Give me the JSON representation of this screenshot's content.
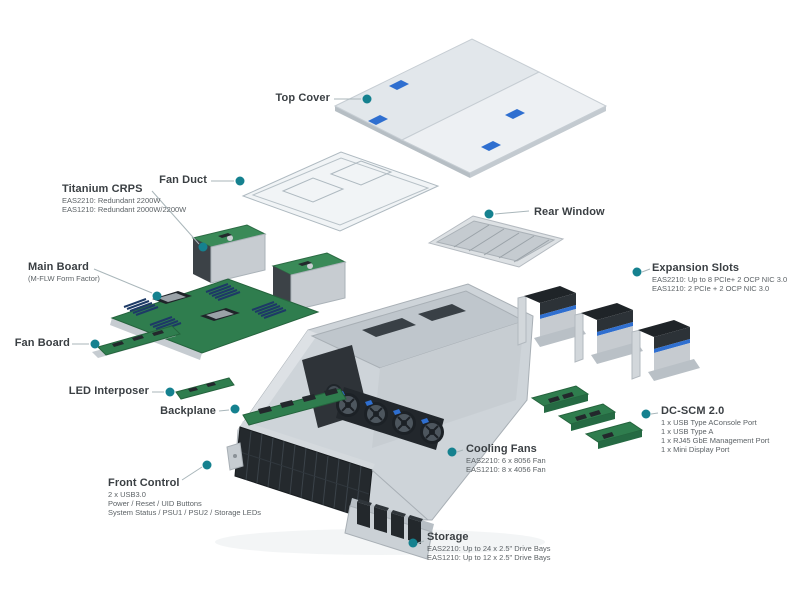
{
  "colors": {
    "accent": "#15818f",
    "leader_line": "#a9b6ba",
    "pcb_green": "#2f7d4e",
    "label_blue": "#2f6fd0"
  },
  "callouts": [
    {
      "id": "top-cover",
      "title": "Top Cover",
      "lines": []
    },
    {
      "id": "fan-duct",
      "title": "Fan Duct",
      "lines": []
    },
    {
      "id": "titanium-crps",
      "title": "Titanium CRPS",
      "lines": [
        "EAS2210: Redundant 2200W",
        "EAS1210: Redundant 2000W/2200W"
      ]
    },
    {
      "id": "main-board",
      "title": "Main Board",
      "lines": [
        "(M-FLW Form Factor)"
      ]
    },
    {
      "id": "fan-board",
      "title": "Fan Board",
      "lines": []
    },
    {
      "id": "led-interposer",
      "title": "LED Interposer",
      "lines": []
    },
    {
      "id": "backplane",
      "title": "Backplane",
      "lines": []
    },
    {
      "id": "front-control",
      "title": "Front Control",
      "lines": [
        "2 x USB3.0",
        "Power / Reset / UID Buttons",
        "System Status / PSU1 / PSU2 / Storage LEDs"
      ]
    },
    {
      "id": "rear-window",
      "title": "Rear Window",
      "lines": []
    },
    {
      "id": "expansion-slots",
      "title": "Expansion Slots",
      "lines": [
        "EAS2210: Up to 8 PCIe+ 2 OCP NIC 3.0",
        "EAS1210: 2 PCIe + 2 OCP NIC 3.0"
      ]
    },
    {
      "id": "dc-scm",
      "title": "DC-SCM 2.0",
      "lines": [
        "1 x USB Type AConsole Port",
        "1 x USB Type A",
        "1 x RJ45 GbE Management Port",
        "1 x Mini Display Port"
      ]
    },
    {
      "id": "cooling-fans",
      "title": "Cooling Fans",
      "lines": [
        "EAS2210: 6 x 8056 Fan",
        "EAS1210: 8 x 4056 Fan"
      ]
    },
    {
      "id": "storage",
      "title": "Storage",
      "lines": [
        "EAS2210: Up to 24 x 2.5\" Drive Bays",
        "EAS1210: Up to 12 x 2.5\" Drive Bays"
      ]
    }
  ]
}
